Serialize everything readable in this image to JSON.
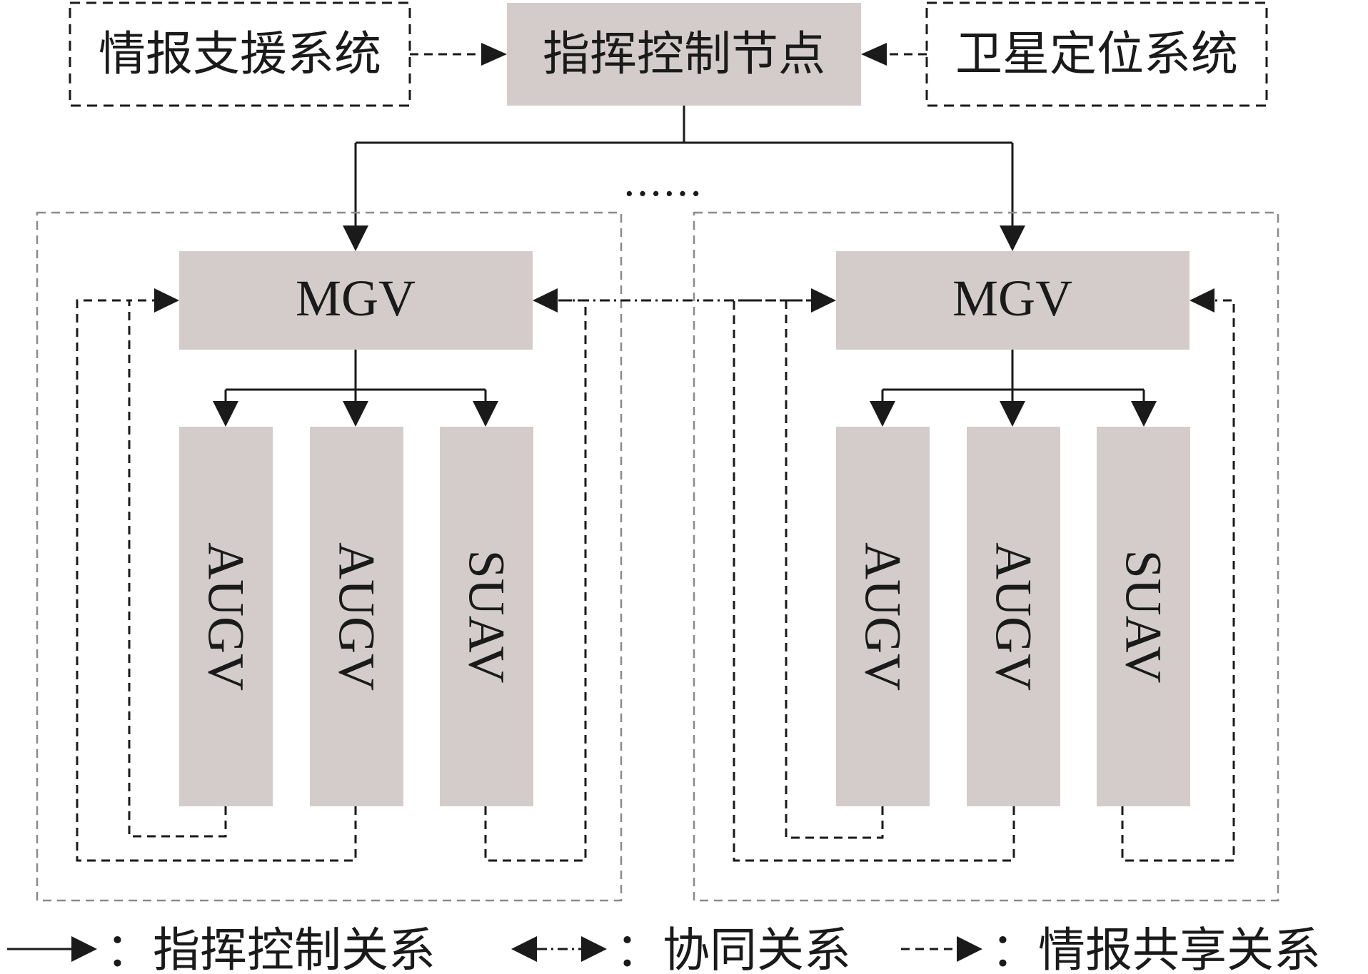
{
  "nodes": {
    "intel_support": "情报支援系统",
    "command_node": "指挥控制节点",
    "satellite_positioning": "卫星定位系统",
    "ellipsis": "……"
  },
  "groups": [
    {
      "leader": "MGV",
      "members": [
        "AUGV",
        "AUGV",
        "SUAV"
      ]
    },
    {
      "leader": "MGV",
      "members": [
        "AUGV",
        "AUGV",
        "SUAV"
      ]
    }
  ],
  "legend": {
    "command_control": "：指挥控制关系",
    "cooperation": "：协同关系",
    "intel_sharing": "：情报共享关系"
  }
}
